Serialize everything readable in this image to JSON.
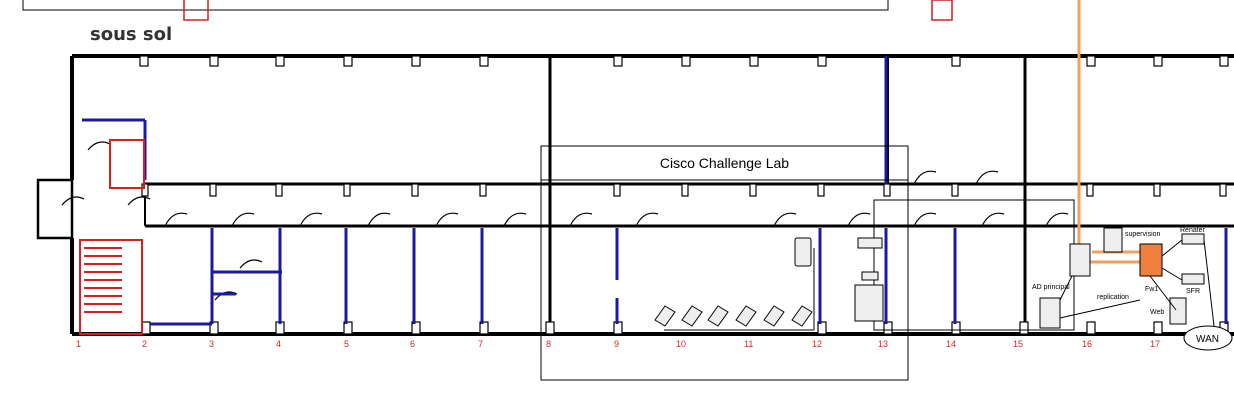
{
  "floor_label": "sous sol",
  "lab_title": "Cisco Challenge Lab",
  "grid_labels": [
    "1",
    "2",
    "3",
    "4",
    "5",
    "6",
    "7",
    "8",
    "9",
    "10",
    "11",
    "12",
    "13",
    "14",
    "15",
    "16",
    "17"
  ],
  "devices": {
    "supervision": "supervision",
    "renater": "Renater",
    "ad_principal": "AD principal",
    "replication": "replication",
    "fw1": "Fw1",
    "sfr": "SFR",
    "web": "Web",
    "wan": "WAN"
  },
  "colors": {
    "wall": "#000000",
    "partition": "#1a1aa0",
    "stairs": "#d42020",
    "fiber": "#f0a060",
    "firewall": "#f08040"
  }
}
